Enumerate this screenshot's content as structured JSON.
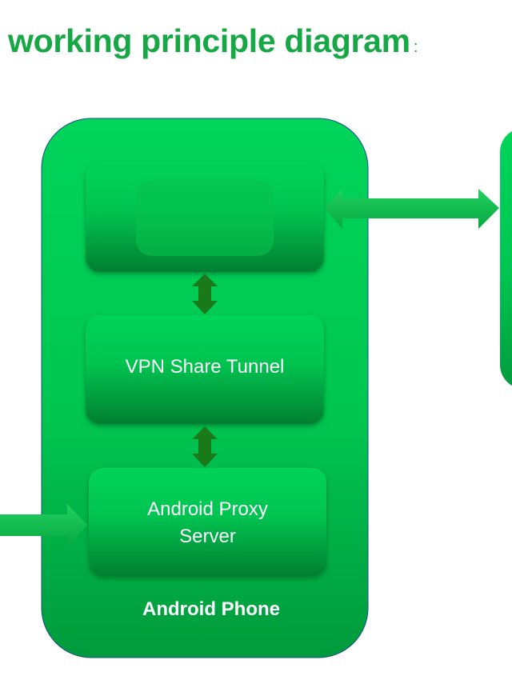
{
  "title": "working principle diagram",
  "title_colon": ":",
  "nodes": {
    "top_box": "",
    "vpn_tunnel": "VPN Share Tunnel",
    "proxy_line1": "Android Proxy",
    "proxy_line2": "Server",
    "phone": "Android Phone"
  },
  "colors": {
    "green_light": "#00d45a",
    "green_dark": "#008a35",
    "arrow_dark": "#1a7a1a",
    "title": "#16a844"
  }
}
